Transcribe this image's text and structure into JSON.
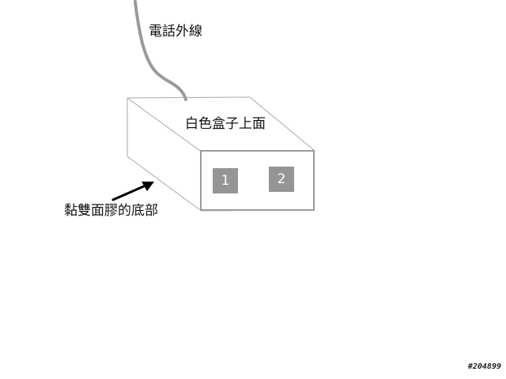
{
  "labels": {
    "phone_line": "電話外線",
    "box_top": "白色盒子上面",
    "adhesive_base": "黏雙面膠的底部"
  },
  "ports": [
    {
      "label": "1"
    },
    {
      "label": "2"
    }
  ],
  "watermark": "#204899",
  "colors": {
    "wire": "#9a9a9a",
    "box_edge": "#a8a8a8",
    "front_face_border": "#9a9a9a",
    "port_fill": "#959595",
    "arrow": "#000000",
    "text": "#111111"
  }
}
